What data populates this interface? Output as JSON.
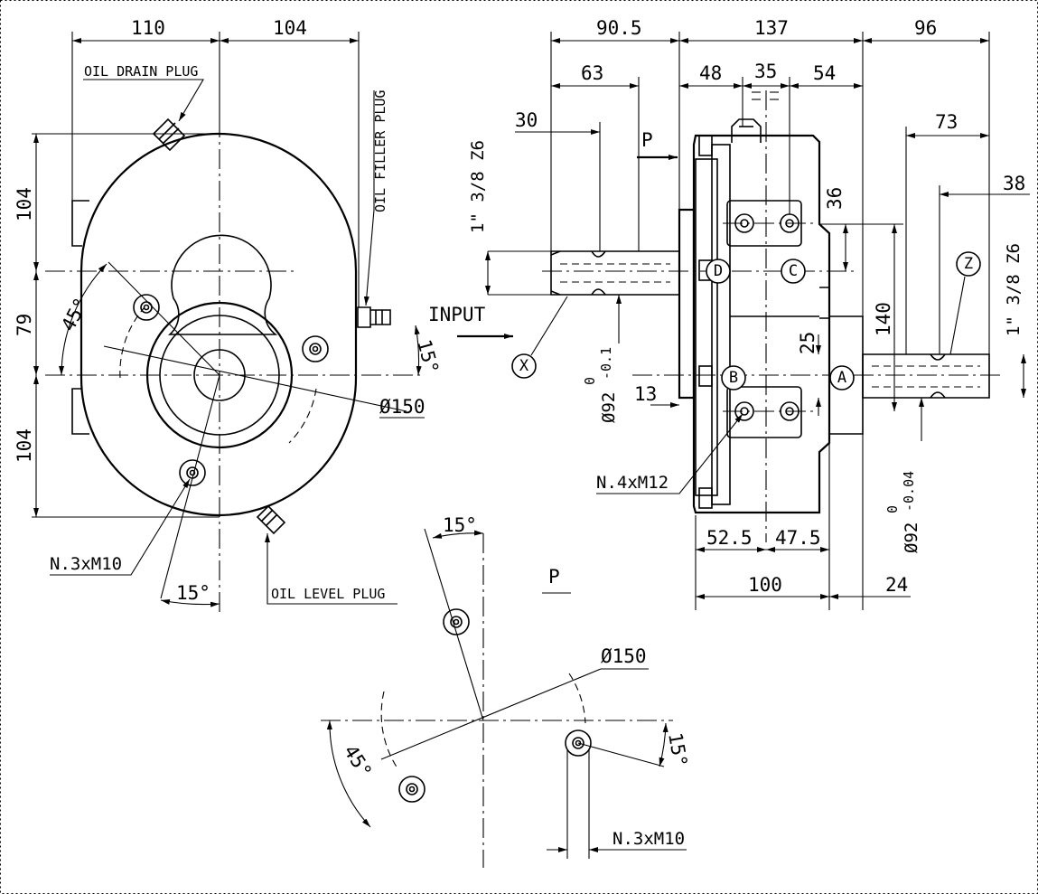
{
  "front_view": {
    "dims": {
      "width_left": "110",
      "width_right": "104",
      "height_top": "104",
      "height_mid": "79",
      "height_bottom": "104",
      "angle_45": "45°",
      "angle_15_right": "15°",
      "angle_15_bottom": "15°",
      "bolt_circle": "Ø150"
    },
    "labels": {
      "oil_drain_plug": "OIL DRAIN PLUG",
      "oil_filler_plug": "OIL FILLER PLUG",
      "oil_level_plug": "OIL LEVEL PLUG",
      "mounting_holes": "N.3xM10"
    }
  },
  "side_view": {
    "dims": {
      "d_90_5": "90.5",
      "d_137": "137",
      "d_96": "96",
      "d_63": "63",
      "d_48": "48",
      "d_35": "35",
      "d_54": "54",
      "d_30": "30",
      "d_73": "73",
      "d_38": "38",
      "d_36": "36",
      "d_140": "140",
      "d_25": "25",
      "d_13": "13",
      "d_52_5": "52.5",
      "d_47_5": "47.5",
      "d_100": "100",
      "d_24": "24"
    },
    "labels": {
      "input": "INPUT",
      "view_arrow": "P",
      "spline_input": "1\" 3/8 Z6",
      "spline_output": "1\" 3/8 Z6",
      "shaft_dia_input_base": "Ø92",
      "shaft_dia_input_tol_upper": "0",
      "shaft_dia_input_tol_lower": "-0.1",
      "shaft_dia_output_base": "Ø92",
      "shaft_dia_output_tol_upper": "0",
      "shaft_dia_output_tol_lower": "-0.04",
      "holes": "N.4xM12"
    },
    "callouts": {
      "A": "A",
      "B": "B",
      "C": "C",
      "D": "D",
      "X": "X",
      "Z": "Z"
    }
  },
  "detail_p": {
    "title": "P",
    "dims": {
      "angle_15_top": "15°",
      "angle_15_right": "15°",
      "angle_45": "45°",
      "bolt_circle": "Ø150"
    },
    "labels": {
      "mounting_holes": "N.3xM10"
    }
  }
}
